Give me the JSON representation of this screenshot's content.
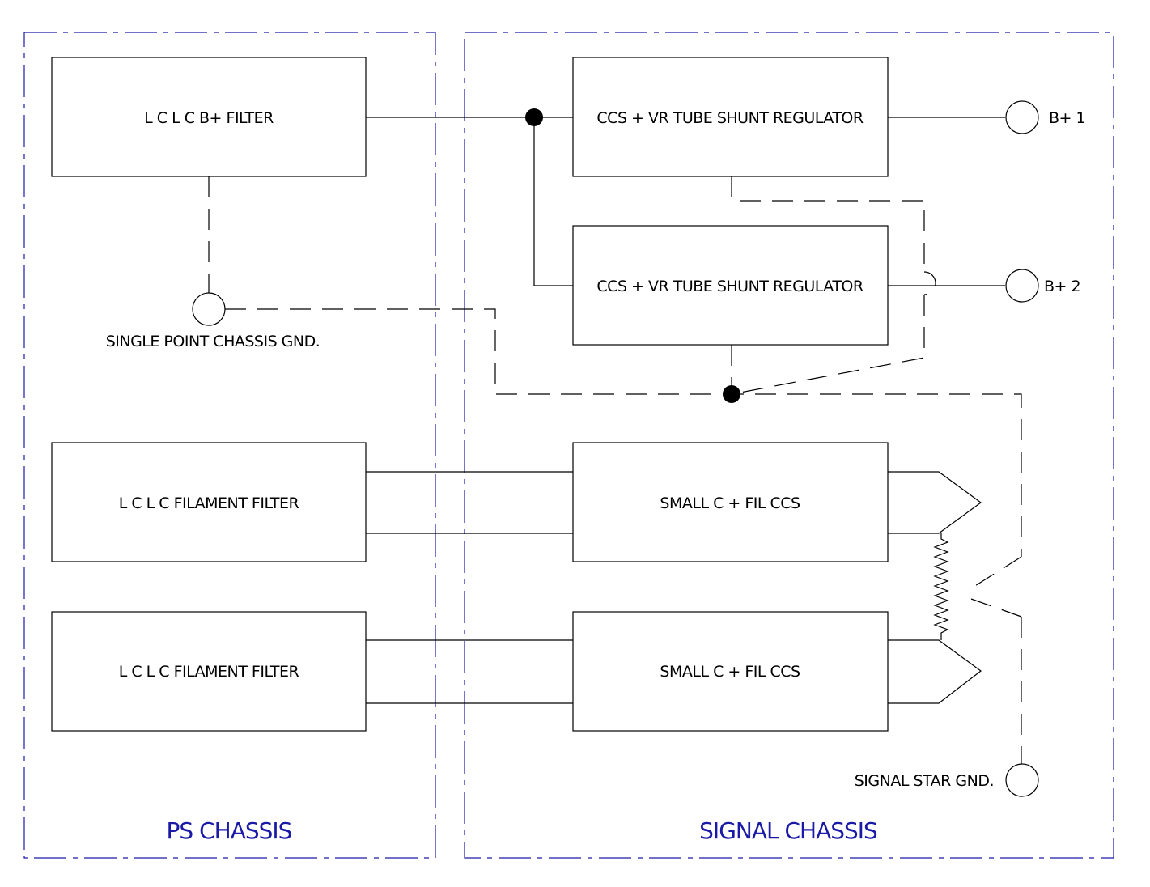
{
  "chassis": {
    "ps": "PS CHASSIS",
    "signal": "SIGNAL CHASSIS",
    "color": "#1a1aa6"
  },
  "blocks": {
    "bplus_filter": "L C L C  B+  FILTER",
    "filament_filter_1": "L C L C  FILAMENT FILTER",
    "filament_filter_2": "L C L C  FILAMENT FILTER",
    "regulator_1": "CCS +  VR TUBE SHUNT REGULATOR",
    "regulator_2": "CCS +  VR TUBE SHUNT REGULATOR",
    "fil_ccs_1": "SMALL C + FIL CCS",
    "fil_ccs_2": "SMALL C + FIL CCS"
  },
  "terminals": {
    "bplus1": "B+ 1",
    "bplus2": "B+ 2",
    "chassis_gnd": "SINGLE POINT CHASSIS GND.",
    "signal_gnd": "SIGNAL STAR GND."
  }
}
